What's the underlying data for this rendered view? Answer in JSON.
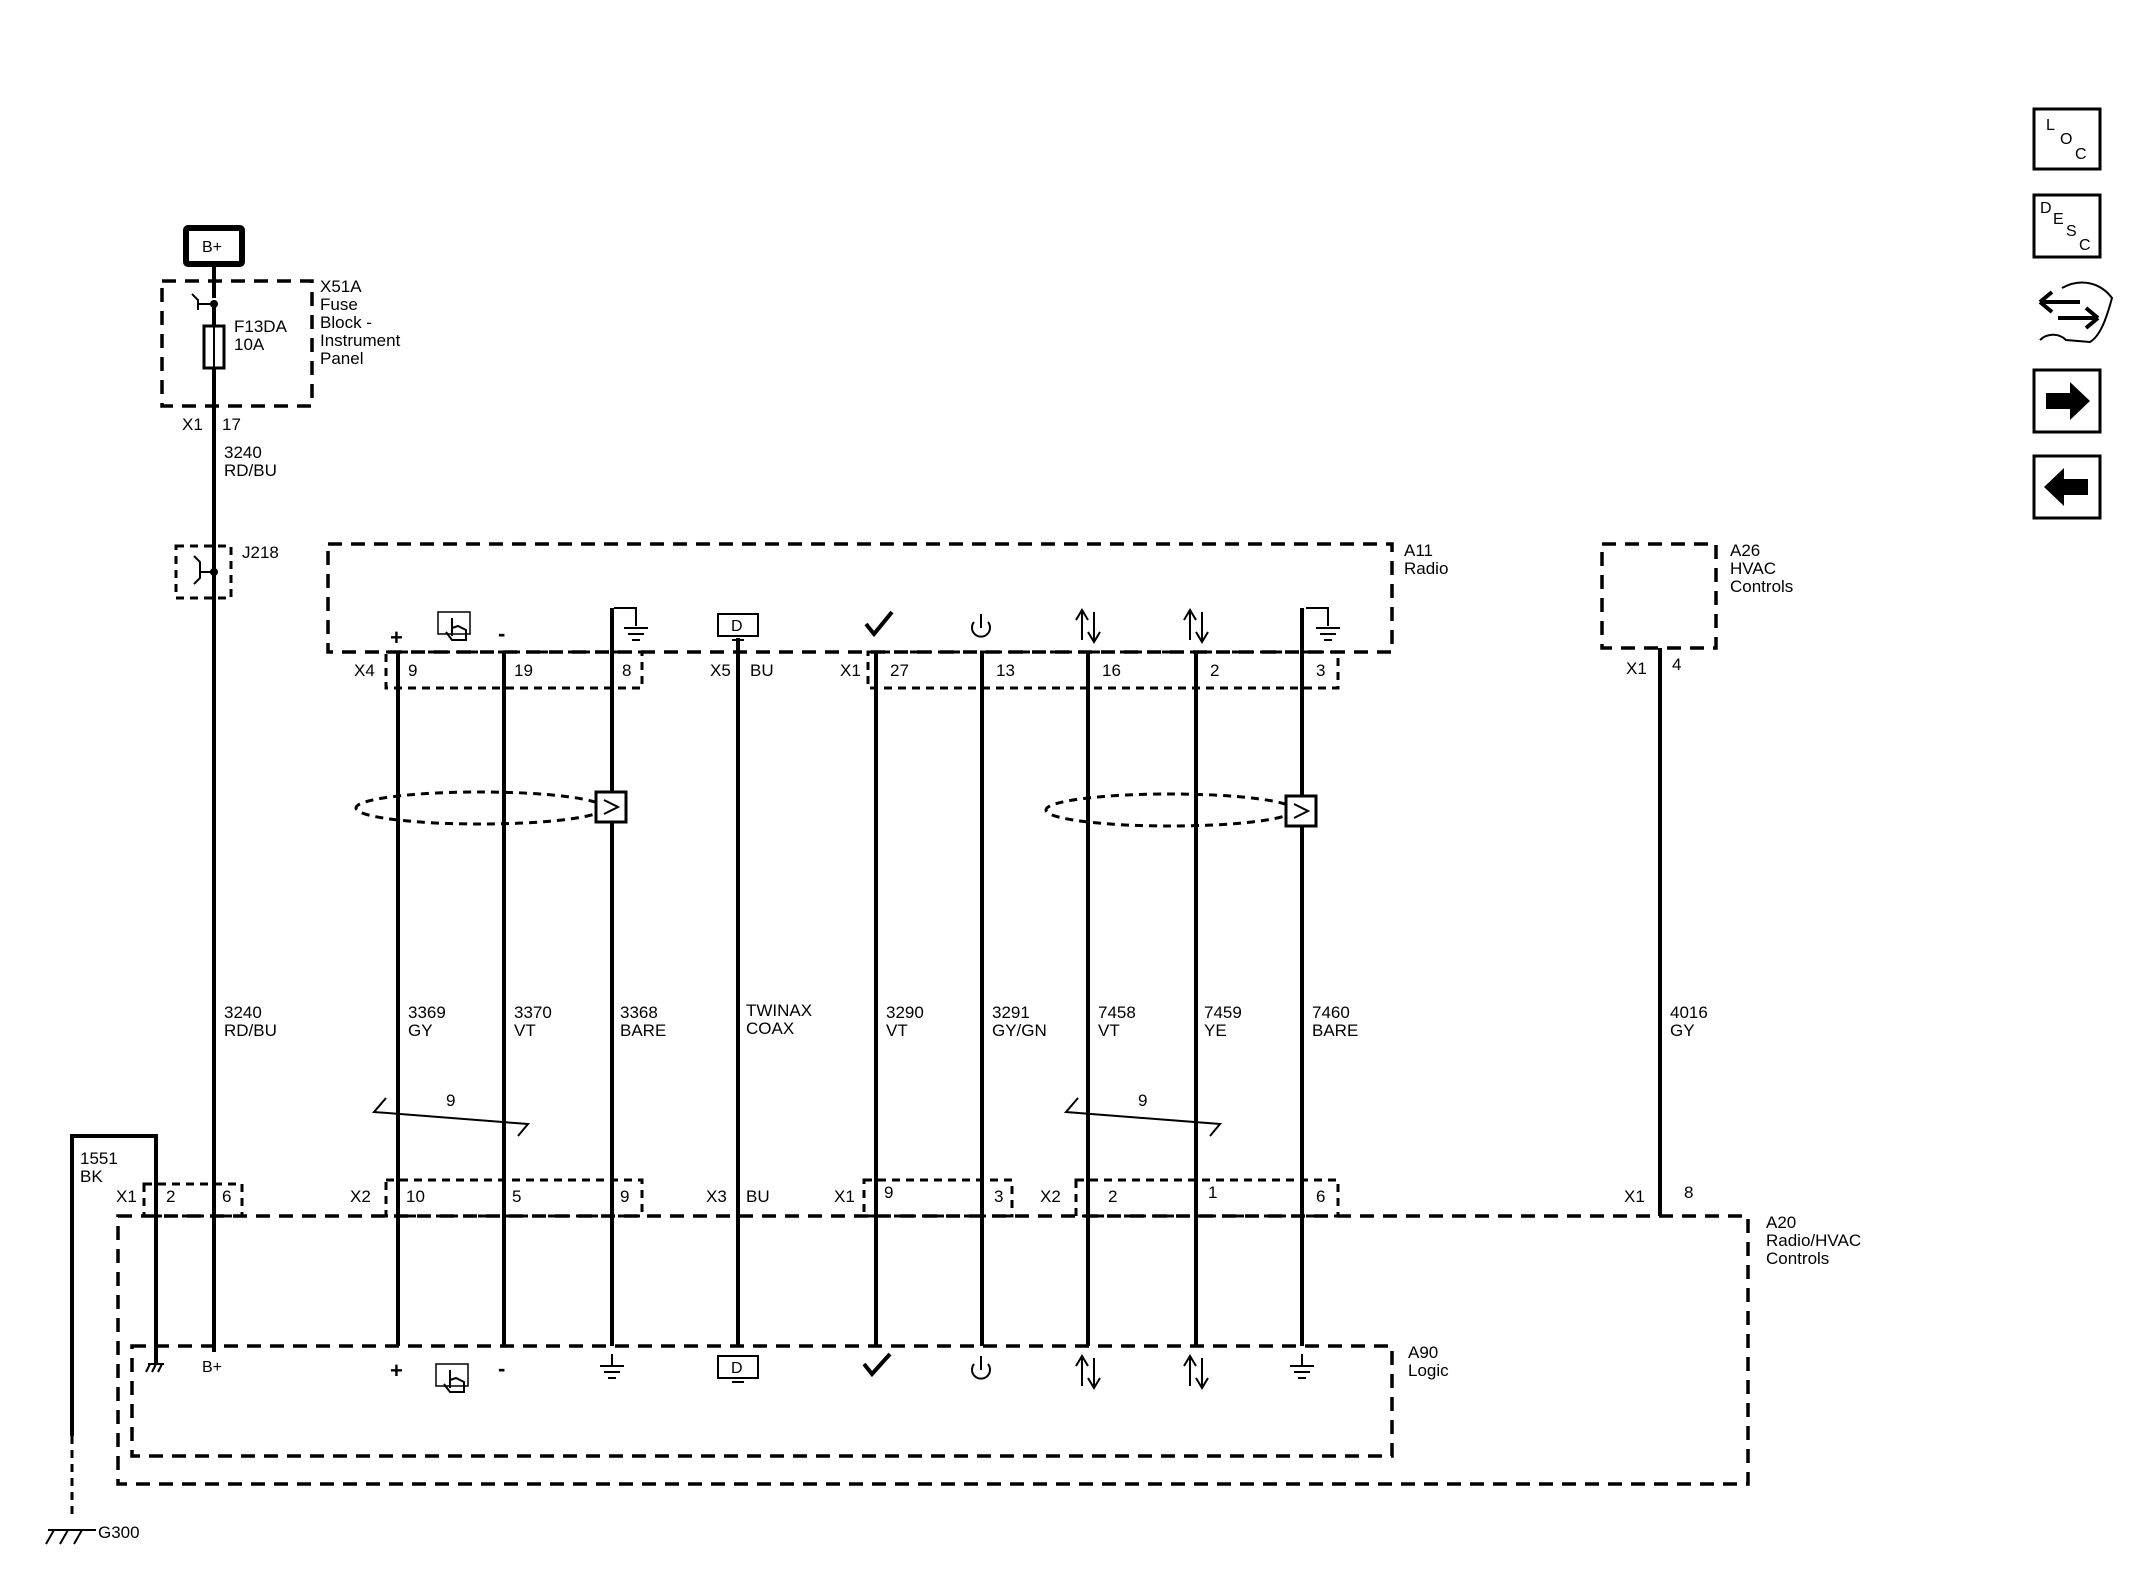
{
  "nav": {
    "loc": [
      "L",
      "O",
      "C"
    ],
    "desc": [
      "D",
      "E",
      "S",
      "C"
    ]
  },
  "power": {
    "source": "B+",
    "fuse_block": [
      "X51A",
      "Fuse",
      "Block -",
      "Instrument",
      "Panel"
    ],
    "fuse": [
      "F13DA",
      "10A"
    ],
    "conn": "X1",
    "pin": "17",
    "wire_top": [
      "3240",
      "RD/BU"
    ],
    "splice": "J218",
    "wire_mid": [
      "3240",
      "RD/BU"
    ]
  },
  "radio": {
    "name": [
      "A11",
      "Radio"
    ],
    "conn_x4": "X4",
    "pins_x4": [
      "9",
      "19",
      "8"
    ],
    "conn_x5": "X5",
    "pin_x5": "BU",
    "conn_x1": "X1",
    "pins_x1": [
      "27",
      "13",
      "16",
      "2",
      "3"
    ]
  },
  "hvac": {
    "name": [
      "A26",
      "HVAC",
      "Controls"
    ],
    "conn": "X1",
    "pin": "4",
    "wire": [
      "4016",
      "GY"
    ]
  },
  "wires": [
    [
      "3369",
      "GY"
    ],
    [
      "3370",
      "VT"
    ],
    [
      "3368",
      "BARE"
    ],
    [
      "TWINAX",
      "COAX"
    ],
    [
      "3290",
      "VT"
    ],
    [
      "3291",
      "GY/GN"
    ],
    [
      "7458",
      "VT"
    ],
    [
      "7459",
      "YE"
    ],
    [
      "7460",
      "BARE"
    ]
  ],
  "twist": [
    "9",
    "9"
  ],
  "ground_wire": [
    "1551",
    "BK"
  ],
  "ground": "G300",
  "module": {
    "name": [
      "A20",
      "Radio/HVAC",
      "Controls"
    ],
    "conn_x1a": "X1",
    "pins_x1a": [
      "2",
      "6"
    ],
    "conn_x2a": "X2",
    "pins_x2a": [
      "10",
      "5",
      "9"
    ],
    "conn_x3": "X3",
    "pin_x3": "BU",
    "conn_x1b": "X1",
    "pins_x1b": [
      "9",
      "3"
    ],
    "conn_x2b": "X2",
    "pins_x2b": [
      "2",
      "1",
      "6"
    ],
    "conn_x1c": "X1",
    "pin_x1c": "8"
  },
  "logic": {
    "name": [
      "A90",
      "Logic"
    ],
    "bplus": "B+"
  },
  "symbols": {
    "plus": "+",
    "minus": "-",
    "display": "D"
  }
}
